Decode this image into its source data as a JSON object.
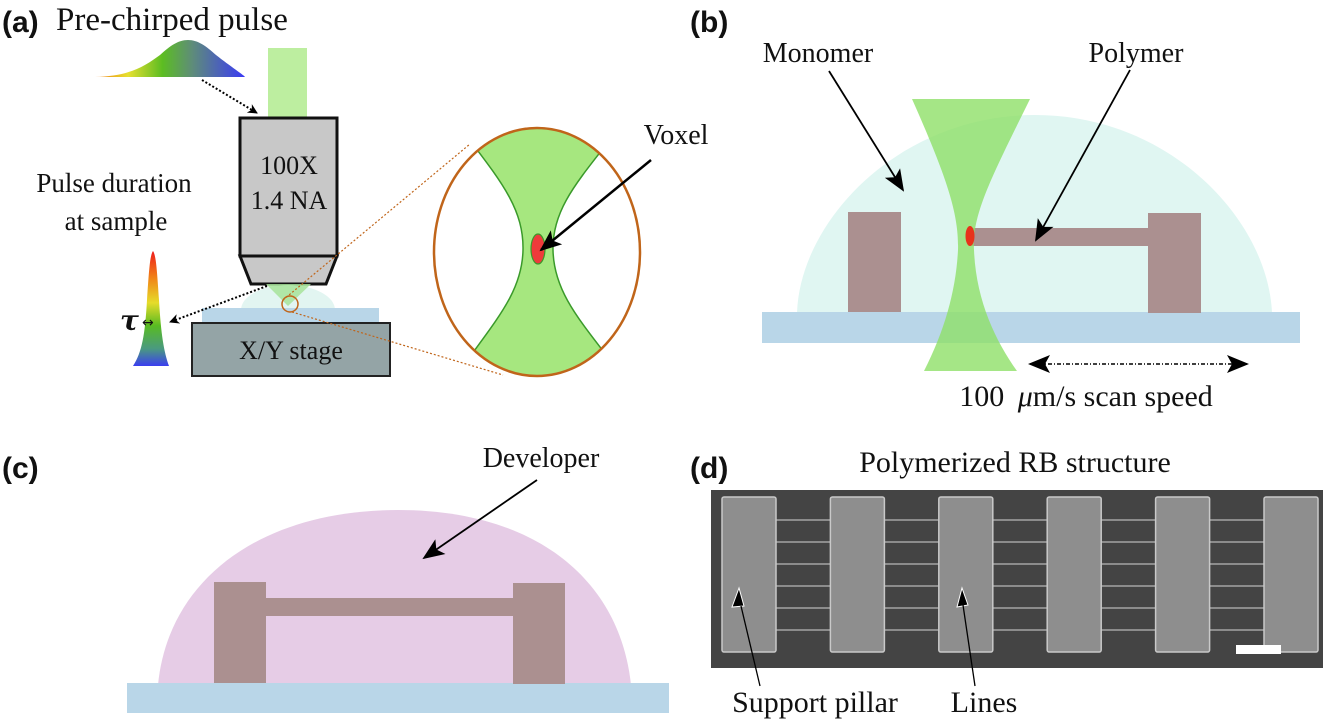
{
  "figure": {
    "panels": [
      {
        "id": "a",
        "label": "(a)",
        "title": "Pre-chirped pulse",
        "objective_line1": "100X",
        "objective_line2": "1.4 NA",
        "pulse_label_line1": "Pulse duration",
        "pulse_label_line2": "at sample",
        "tau_symbol": "τ",
        "tau_arrow": "↔",
        "stage_label": "X/Y stage",
        "zoom_label": "Voxel"
      },
      {
        "id": "b",
        "label": "(b)",
        "monomer_label": "Monomer",
        "polymer_label": "Polymer",
        "speed_value": "100",
        "speed_unit_mu": "μ",
        "speed_unit_rest": "m/s scan speed"
      },
      {
        "id": "c",
        "label": "(c)",
        "developer_label": "Developer"
      },
      {
        "id": "d",
        "label": "(d)",
        "title": "Polymerized RB structure",
        "pillar_label": "Support pillar",
        "lines_label": "Lines",
        "pillar_count": 6,
        "lines_per_gap": 6
      }
    ],
    "colors": {
      "beam_green": "#a6e77f",
      "beam_edge": "#3a9a2a",
      "voxel_red": "#ee3b3b",
      "objective_gray": "#c8c8c8",
      "stage_gray": "#94a4a6",
      "substrate_blue": "#b9d6e8",
      "monomer_cyan": "#e0f6f2",
      "developer_pink": "#e6cce6",
      "polymer_brown": "#ab9090",
      "zoom_orange": "#c0651a",
      "sem_background": "#444444",
      "sem_pillar": "#8e8e8e"
    }
  }
}
